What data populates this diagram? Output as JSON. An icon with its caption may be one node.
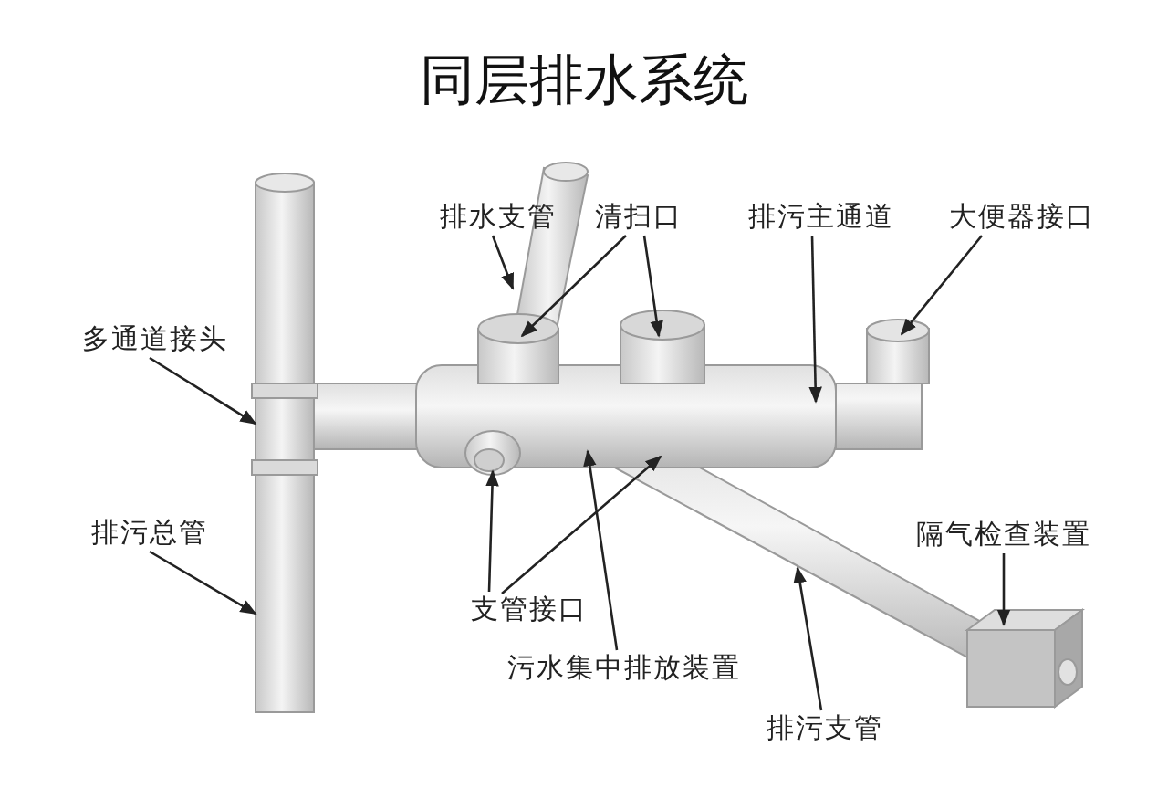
{
  "diagram": {
    "title": "同层排水系统",
    "nodes": [
      {
        "text": [
          "排水支管"
        ]
      },
      {
        "text": [
          "清扫口"
        ]
      },
      {
        "text": [
          "排污主通道"
        ]
      },
      {
        "text": [
          "大便器接口"
        ]
      },
      {
        "text": [
          "多通道接头"
        ]
      },
      {
        "text": [
          "排污总管"
        ]
      },
      {
        "text": [
          "隔气检查装置"
        ]
      },
      {
        "text": [
          "支管接口"
        ]
      },
      {
        "text": [
          "污水集中排放装置"
        ]
      },
      {
        "text": [
          "排污支管"
        ]
      }
    ],
    "edges": [
      {
        "from": 0,
        "to": null,
        "arrow": "to"
      },
      {
        "from": 1,
        "to": null,
        "arrow": "to"
      },
      {
        "from": 1,
        "to": null,
        "arrow": "to"
      },
      {
        "from": 2,
        "to": null,
        "arrow": "to"
      },
      {
        "from": 3,
        "to": null,
        "arrow": "to"
      },
      {
        "from": 4,
        "to": null,
        "arrow": "to"
      },
      {
        "from": 5,
        "to": null,
        "arrow": "to"
      },
      {
        "from": 6,
        "to": null,
        "arrow": "to"
      },
      {
        "from": 7,
        "to": null,
        "arrow": "to"
      },
      {
        "from": 7,
        "to": null,
        "arrow": "to"
      },
      {
        "from": 8,
        "to": null,
        "arrow": "to"
      },
      {
        "from": 9,
        "to": null,
        "arrow": "to"
      }
    ]
  }
}
